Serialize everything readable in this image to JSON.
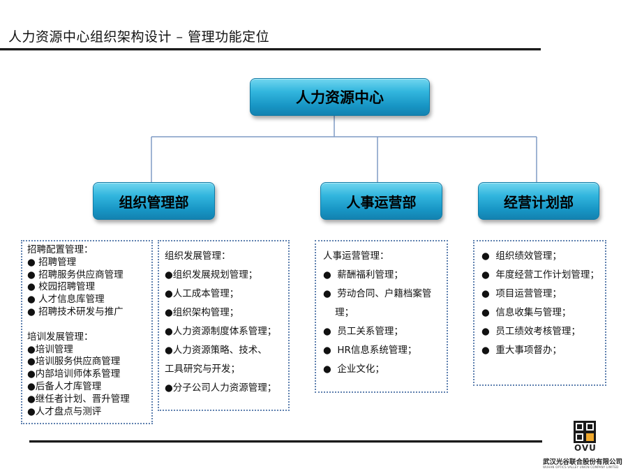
{
  "title": "人力资源中心组织架构设计 – 管理功能定位",
  "root": {
    "label": "人力资源中心"
  },
  "departments": [
    {
      "label": "组织管理部"
    },
    {
      "label": "人事运营部"
    },
    {
      "label": "经营计划部"
    }
  ],
  "boxes": {
    "org_recruit": {
      "heading": "招聘配置管理：",
      "items": [
        "● 招聘管理",
        "● 招聘服务供应商管理",
        "● 校园招聘管理",
        "● 人才信息库管理",
        "● 招聘技术研发与推广"
      ]
    },
    "org_training": {
      "heading": "培训发展管理：",
      "items": [
        "●培训管理",
        "●培训服务供应商管理",
        "●内部培训师体系管理",
        "●后备人才库管理",
        "●继任者计划、晋升管理",
        "●人才盘点与测评"
      ]
    },
    "org_dev": {
      "heading": "组织发展管理：",
      "lines": [
        "●组织发展规划管理；",
        "●人工成本管理；",
        "●组织架构管理；",
        "●人力资源制度体系管理；",
        "●人力资源策略、技术、",
        "工具研究与开发；",
        "●分子公司人力资源管理；"
      ]
    },
    "hr_ops": {
      "heading": "人事运营管理：",
      "lines": [
        "●  薪酬福利管理；",
        "●  劳动合同、户籍档案管",
        "    理；",
        "●  员工关系管理；",
        "●  HR信息系统管理；",
        "●  企业文化；"
      ]
    },
    "plan": {
      "lines": [
        "●  组织绩效管理；",
        "●  年度经营工作计划管理；",
        "●  项目运营管理；",
        "●  信息收集与管理；",
        "●  员工绩效考核管理；",
        "●  重大事项督办；"
      ]
    }
  },
  "logo": {
    "mark": "OVU",
    "company_cn": "武汉光谷联合股份有限公司",
    "company_en": "WUHAN OPTICS VALLEY UNION COMPANY LIMITED"
  },
  "colors": {
    "node_top": "#71d6ef",
    "node_bottom": "#1382b0",
    "connector": "#7f9ac4",
    "box_border": "#5d7fae",
    "rule": "#1a1a1a"
  }
}
